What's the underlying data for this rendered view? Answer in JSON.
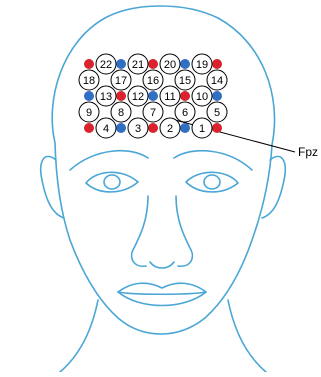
{
  "diagram": {
    "label": "Fpz",
    "line_color": "#4aa6d6",
    "channel_numbers": [
      "1",
      "2",
      "3",
      "4",
      "5",
      "6",
      "7",
      "8",
      "9",
      "10",
      "11",
      "12",
      "13",
      "14",
      "15",
      "16",
      "17",
      "18",
      "19",
      "20",
      "21",
      "22"
    ],
    "markers": {
      "emitter_color": "#d9232d",
      "detector_color": "#2f6fc4"
    }
  }
}
